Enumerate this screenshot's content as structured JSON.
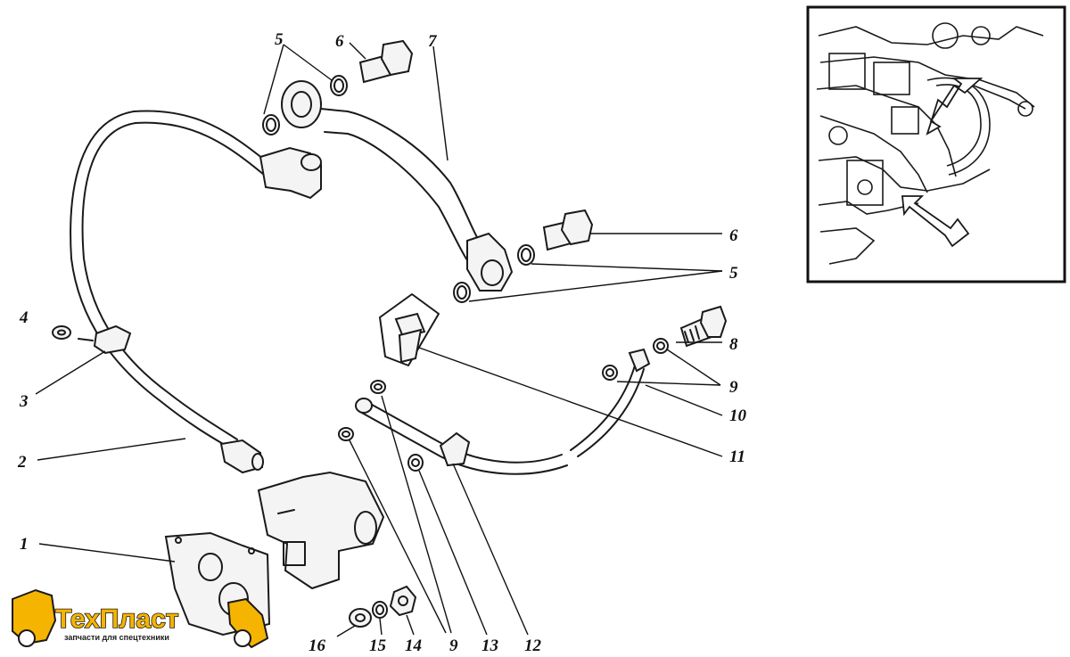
{
  "callouts": {
    "c1": "1",
    "c2": "2",
    "c3": "3",
    "c4": "4",
    "c5_top": "5",
    "c5_right": "5",
    "c6_top": "6",
    "c6_right": "6",
    "c7": "7",
    "c8": "8",
    "c9_right": "9",
    "c9_bottom": "9",
    "c10": "10",
    "c11": "11",
    "c12": "12",
    "c13": "13",
    "c14": "14",
    "c15": "15",
    "c16": "16"
  },
  "logo": {
    "name": "ТехПласт",
    "tagline": "запчасти для спецтехники",
    "colors": {
      "primary": "#f5b400",
      "outline": "#1a1a1a"
    }
  },
  "colors": {
    "line": "#1a1a1a",
    "background": "#ffffff"
  }
}
